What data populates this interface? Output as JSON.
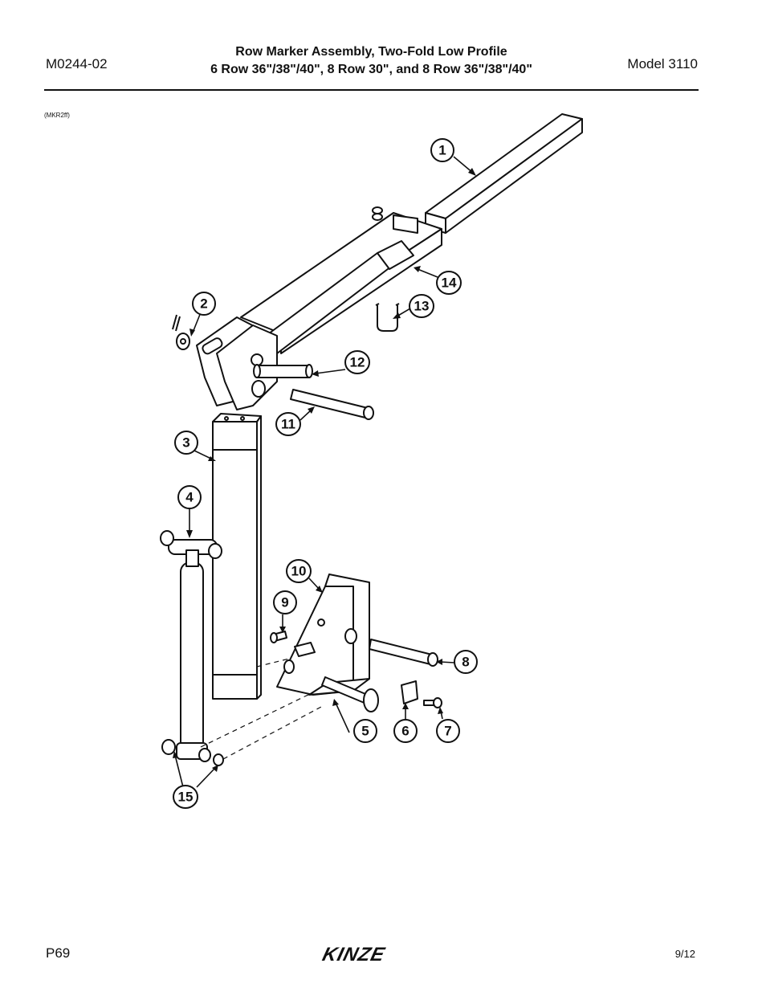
{
  "header": {
    "doc_number": "M0244-02",
    "title_line1": "Row Marker Assembly, Two-Fold Low Profile",
    "title_line2": "6 Row 36\"/38\"/40\", 8 Row 30\", and 8 Row 36\"/38\"/40\"",
    "model": "Model 3110"
  },
  "figure": {
    "ref": "(MKR2ff)",
    "callouts": [
      "1",
      "2",
      "3",
      "4",
      "5",
      "6",
      "7",
      "8",
      "9",
      "10",
      "11",
      "12",
      "13",
      "14",
      "15"
    ]
  },
  "footer": {
    "page": "P69",
    "brand": "KINZE",
    "date": "9/12"
  }
}
